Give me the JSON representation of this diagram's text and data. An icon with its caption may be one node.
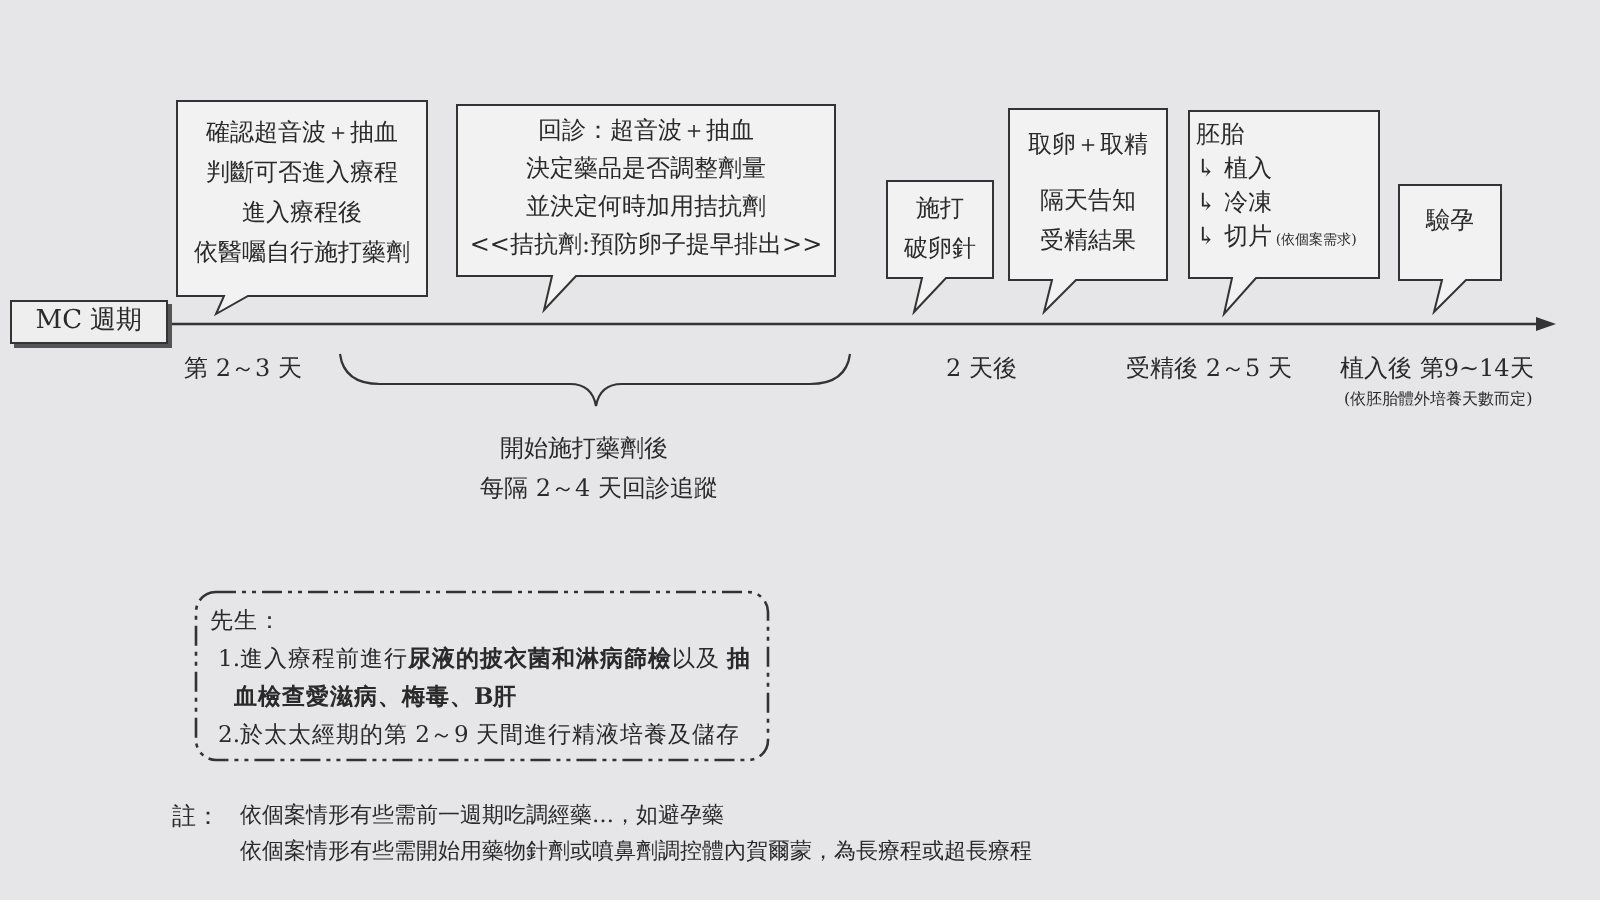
{
  "diagram": {
    "nodes": [
      {
        "text": [
          "MC 週期"
        ]
      },
      {
        "text": [
          "確認超音波＋抽血",
          "判斷可否進入療程",
          "進入療程後",
          "依醫囑自行施打藥劑"
        ]
      },
      {
        "text": [
          "回診：超音波＋抽血",
          "決定藥品是否調整劑量",
          "並決定何時加用拮抗劑",
          "<<拮抗劑:預防卵子提早排出>>"
        ]
      },
      {
        "text": [
          "施打",
          "破卵針"
        ]
      },
      {
        "text": [
          "取卵＋取精",
          "隔天告知受精結果"
        ]
      },
      {
        "text": [
          "胚胎",
          "↳ 植入",
          "↳ 冷凍",
          "↳ 切片",
          "(依個案需求)"
        ]
      },
      {
        "text": [
          "驗孕"
        ]
      },
      {
        "text": [
          "先生：",
          "1.進入療程前進行**尿液的披衣菌和淋病篩檢**以及 **抽血檢查愛滋病、梅毒、B肝**",
          "2.於太太經期的第 2～9 天間進行精液培養及儲存"
        ]
      }
    ],
    "labels": [
      "第 2～3 天",
      "2 天後",
      "受精後 2～5 天",
      "植入後 第9~14天",
      "(依胚胎體外培養天數而定)",
      "開始施打藥劑後",
      "每隔 2～4 天回診追蹤",
      "註：",
      "依個案情形有些需前一週期吃調經藥…，如避孕藥",
      "依個案情形有些需開始用藥物針劑或噴鼻劑調控體內賀爾蒙，為長療程或超長療程"
    ]
  }
}
